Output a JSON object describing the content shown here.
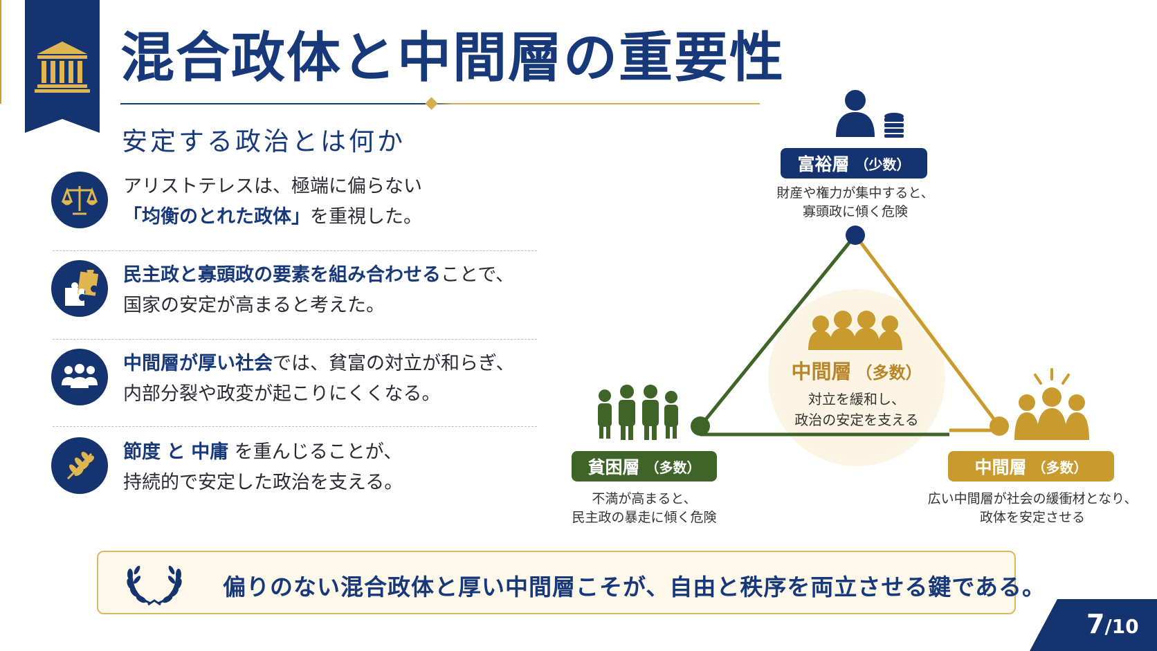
{
  "slide": {
    "title": "混合政体と中間層の重要性",
    "subtitle": "安定する政治とは何か"
  },
  "points": [
    {
      "icon": "scales-icon",
      "line1_plain": "アリストテレスは、極端に偏らない",
      "line2_highlight": "「均衡のとれた政体」",
      "line2_plain": "を重視した。"
    },
    {
      "icon": "puzzle-icon",
      "line1_highlight": "民主政と寡頭政の要素を組み合わせる",
      "line1_plain": "ことで、",
      "line2_plain": "国家の安定が高まると考えた。"
    },
    {
      "icon": "group-icon",
      "line1_highlight": "中間層が厚い社会",
      "line1_plain": "では、貧富の対立が和らぎ、",
      "line2_plain": "内部分裂や政変が起こりにくくなる。"
    },
    {
      "icon": "laurel-branch-icon",
      "line1_highlight_a": "節度",
      "line1_mid": "と",
      "line1_highlight_b": "中庸",
      "line1_plain": "を重んじることが、",
      "line2_plain": "持続的で安定した政治を支える。"
    }
  ],
  "diagram": {
    "top": {
      "label": "富裕層",
      "count": "（少数）",
      "desc1": "財産や権力が集中すると、",
      "desc2": "寡頭政に傾く危険"
    },
    "left": {
      "label": "貧困層",
      "count": "（多数）",
      "desc1": "不満が高まると、",
      "desc2": "民主政の暴走に傾く危険"
    },
    "right": {
      "label": "中間層",
      "count": "（多数）",
      "desc1": "広い中間層が社会の緩衝材となり、",
      "desc2": "政体を安定させる"
    },
    "center": {
      "label": "中間層",
      "count": "（多数）",
      "desc1": "対立を緩和し、",
      "desc2": "政治の安定を支える"
    }
  },
  "footer": {
    "text": "偏りのない混合政体と厚い中間層こそが、自由と秩序を両立させる鍵である。"
  },
  "page": {
    "current": "7",
    "total": "/10"
  },
  "colors": {
    "navy": "#15346f",
    "gold": "#c99a2e",
    "green": "#3f6427",
    "cream": "#fdf8ea"
  }
}
